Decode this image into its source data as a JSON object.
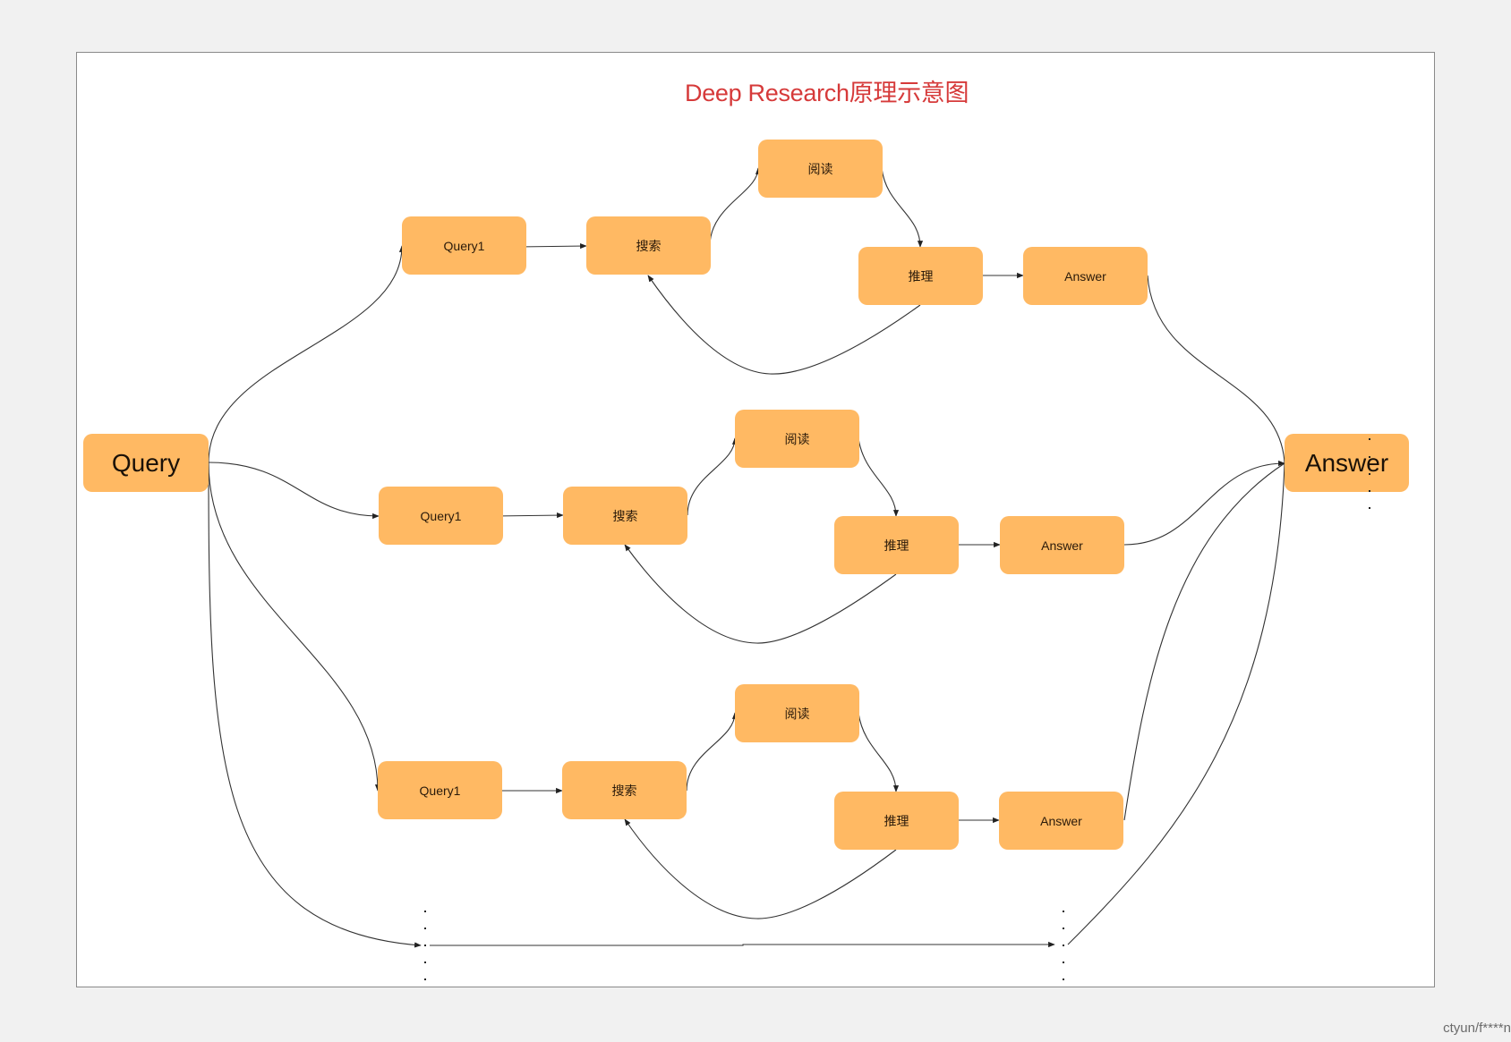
{
  "title": "Deep Research原理示意图",
  "accent_color": "#d63a3a",
  "node_color": "#ffb963",
  "input_node": "Query",
  "output_node": "Answer",
  "branches": [
    {
      "query": "Query1",
      "search": "搜索",
      "read": "阅读",
      "reason": "推理",
      "answer": "Answer"
    },
    {
      "query": "Query1",
      "search": "搜索",
      "read": "阅读",
      "reason": "推理",
      "answer": "Answer"
    },
    {
      "query": "Query1",
      "search": "搜索",
      "read": "阅读",
      "reason": "推理",
      "answer": "Answer"
    }
  ],
  "ellipsis_branch": "more branches (…)",
  "watermark": "ctyun/f****n"
}
